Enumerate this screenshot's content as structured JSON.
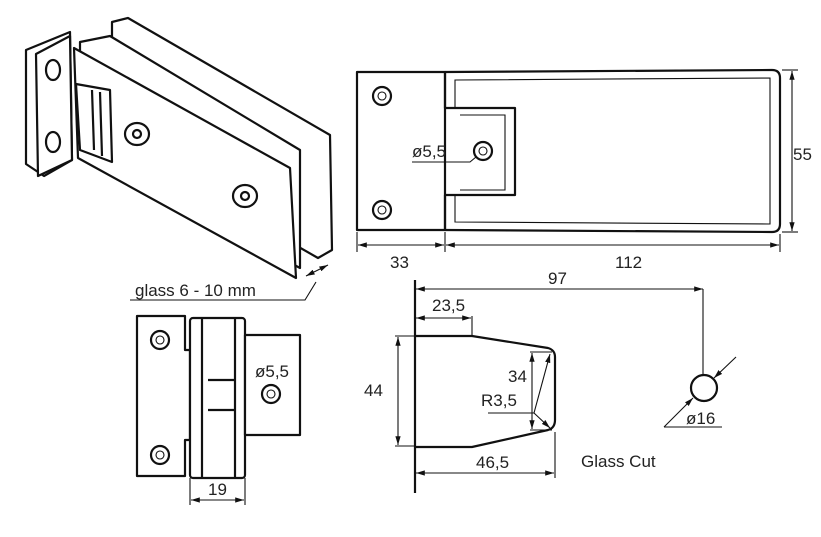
{
  "labels": {
    "glass_thickness": "glass 6 - 10 mm",
    "glass_cut": "Glass Cut"
  },
  "top_view": {
    "hole_diameter": "ø5,5",
    "dim_plate_width": "33",
    "dim_body_length": "112",
    "dim_height": "55"
  },
  "side_view": {
    "hole_diameter": "ø5,5",
    "dim_thickness": "19"
  },
  "glass_cut_view": {
    "dim_hole_offset": "97",
    "dim_notch_start": "23,5",
    "dim_notch_height": "44",
    "dim_inner_height": "34",
    "dim_radius": "R3,5",
    "dim_notch_depth": "46,5",
    "dim_hole_diameter": "ø16"
  }
}
